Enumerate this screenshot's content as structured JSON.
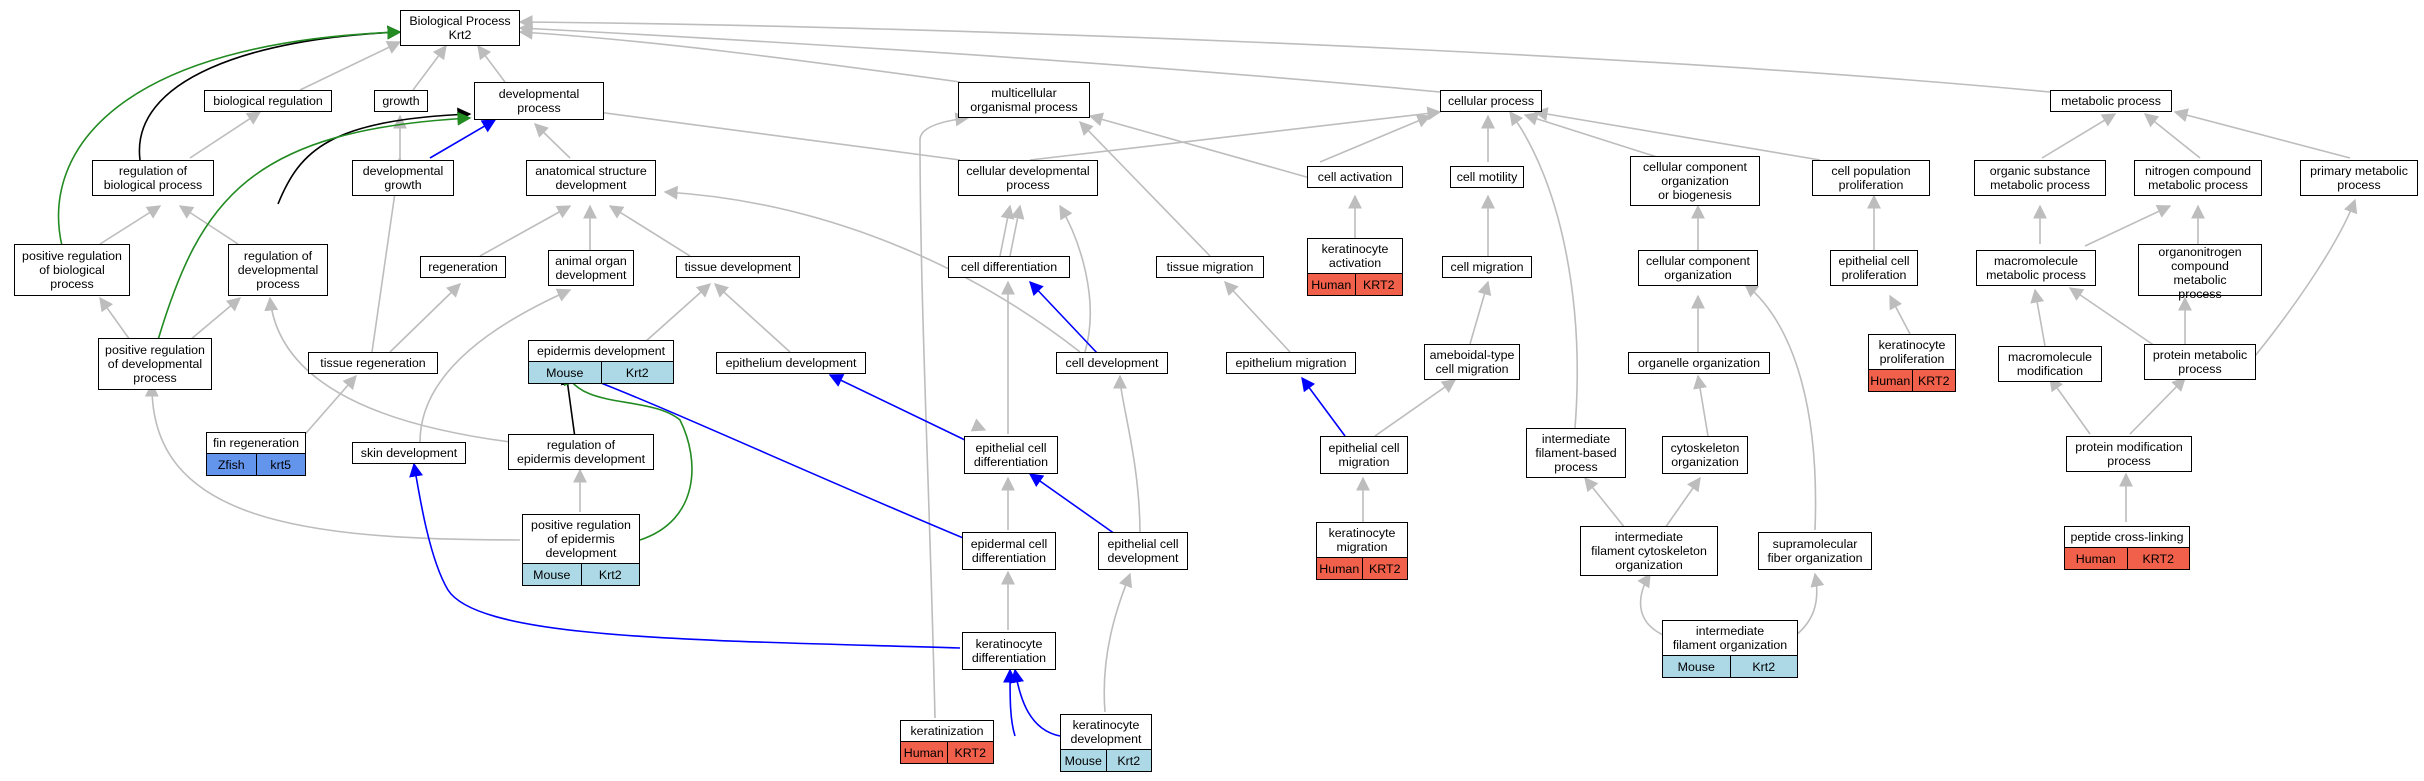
{
  "nodes": {
    "bp": {
      "label": "Biological Process\nKrt2"
    },
    "bioreg": {
      "label": "biological regulation"
    },
    "growth": {
      "label": "growth"
    },
    "devproc": {
      "label": "developmental\nprocess"
    },
    "multi": {
      "label": "multicellular\norganismal process"
    },
    "cellproc": {
      "label": "cellular process"
    },
    "metab": {
      "label": "metabolic process"
    },
    "regbio": {
      "label": "regulation of\nbiological process"
    },
    "devgrowth": {
      "label": "developmental\ngrowth"
    },
    "anatdev": {
      "label": "anatomical structure\ndevelopment"
    },
    "celldevproc": {
      "label": "cellular developmental\nprocess"
    },
    "cellact": {
      "label": "cell activation"
    },
    "cellmot": {
      "label": "cell motility"
    },
    "ccob": {
      "label": "cellular component\norganization\nor biogenesis"
    },
    "cellpop": {
      "label": "cell population\nproliferation"
    },
    "orgsub": {
      "label": "organic substance\nmetabolic process"
    },
    "nitro": {
      "label": "nitrogen compound\nmetabolic process"
    },
    "primmet": {
      "label": "primary metabolic\nprocess"
    },
    "posregbio": {
      "label": "positive regulation\nof biological\nprocess"
    },
    "regdev": {
      "label": "regulation of\ndevelopmental\nprocess"
    },
    "regen": {
      "label": "regeneration"
    },
    "animorg": {
      "label": "animal organ\ndevelopment"
    },
    "tissdev": {
      "label": "tissue development"
    },
    "celldiff": {
      "label": "cell differentiation"
    },
    "tissmig": {
      "label": "tissue migration"
    },
    "kerat_act": {
      "label": "keratinocyte\nactivation",
      "tags": [
        "Human",
        "KRT2"
      ]
    },
    "cellmig": {
      "label": "cell migration"
    },
    "ccorg": {
      "label": "cellular component\norganization"
    },
    "epiprolif": {
      "label": "epithelial cell\nproliferation"
    },
    "macro": {
      "label": "macromolecule\nmetabolic process"
    },
    "organonitro": {
      "label": "organonitrogen\ncompound metabolic\nprocess"
    },
    "posregdev": {
      "label": "positive regulation\nof developmental\nprocess"
    },
    "tissregen": {
      "label": "tissue regeneration"
    },
    "epidev": {
      "label": "epidermis development",
      "tags": [
        "Mouse",
        "Krt2"
      ]
    },
    "epithdev": {
      "label": "epithelium development"
    },
    "celldev": {
      "label": "cell development"
    },
    "epithmig": {
      "label": "epithelium migration"
    },
    "ameboid": {
      "label": "ameboidal-type\ncell migration"
    },
    "organelle": {
      "label": "organelle organization"
    },
    "kerat_prolif": {
      "label": "keratinocyte\nproliferation",
      "tags": [
        "Human",
        "KRT2"
      ]
    },
    "macromod": {
      "label": "macromolecule\nmodification"
    },
    "protmet": {
      "label": "protein metabolic\nprocess"
    },
    "finregen": {
      "label": "fin regeneration",
      "tags": [
        "Zfish",
        "krt5"
      ]
    },
    "skindev": {
      "label": "skin development"
    },
    "regepi": {
      "label": "regulation of\nepidermis development"
    },
    "epicelldiff": {
      "label": "epithelial cell\ndifferentiation"
    },
    "epicellmig": {
      "label": "epithelial cell\nmigration"
    },
    "intfil": {
      "label": "intermediate\nfilament-based\nprocess"
    },
    "cytoskel": {
      "label": "cytoskeleton\norganization"
    },
    "protmod": {
      "label": "protein modification\nprocess"
    },
    "posregepi": {
      "label": "positive regulation\nof epidermis\ndevelopment",
      "tags": [
        "Mouse",
        "Krt2"
      ]
    },
    "epidcelldiff": {
      "label": "epidermal cell\ndifferentiation"
    },
    "epicelldev": {
      "label": "epithelial cell\ndevelopment"
    },
    "kerat_mig": {
      "label": "keratinocyte\nmigration",
      "tags": [
        "Human",
        "KRT2"
      ]
    },
    "ifcyto": {
      "label": "intermediate\nfilament cytoskeleton\norganization"
    },
    "supramol": {
      "label": "supramolecular\nfiber organization"
    },
    "peptide": {
      "label": "peptide cross-linking",
      "tags": [
        "Human",
        "KRT2"
      ]
    },
    "keratdiff": {
      "label": "keratinocyte\ndifferentiation"
    },
    "iforg": {
      "label": "intermediate\nfilament organization",
      "tags": [
        "Mouse",
        "Krt2"
      ]
    },
    "keratinization": {
      "label": "keratinization",
      "tags": [
        "Human",
        "KRT2"
      ]
    },
    "keratdev": {
      "label": "keratinocyte\ndevelopment",
      "tags": [
        "Mouse",
        "Krt2"
      ]
    }
  },
  "colors": {
    "human_tag": "#f0604a",
    "mouse_tag": "#add8e6",
    "zfish_tag": "#6495ed",
    "edge_is_a": "#bdbdbd",
    "edge_part_of": "#0000ff",
    "edge_positively_regulates": "#228b22",
    "edge_regulates": "#000000"
  }
}
